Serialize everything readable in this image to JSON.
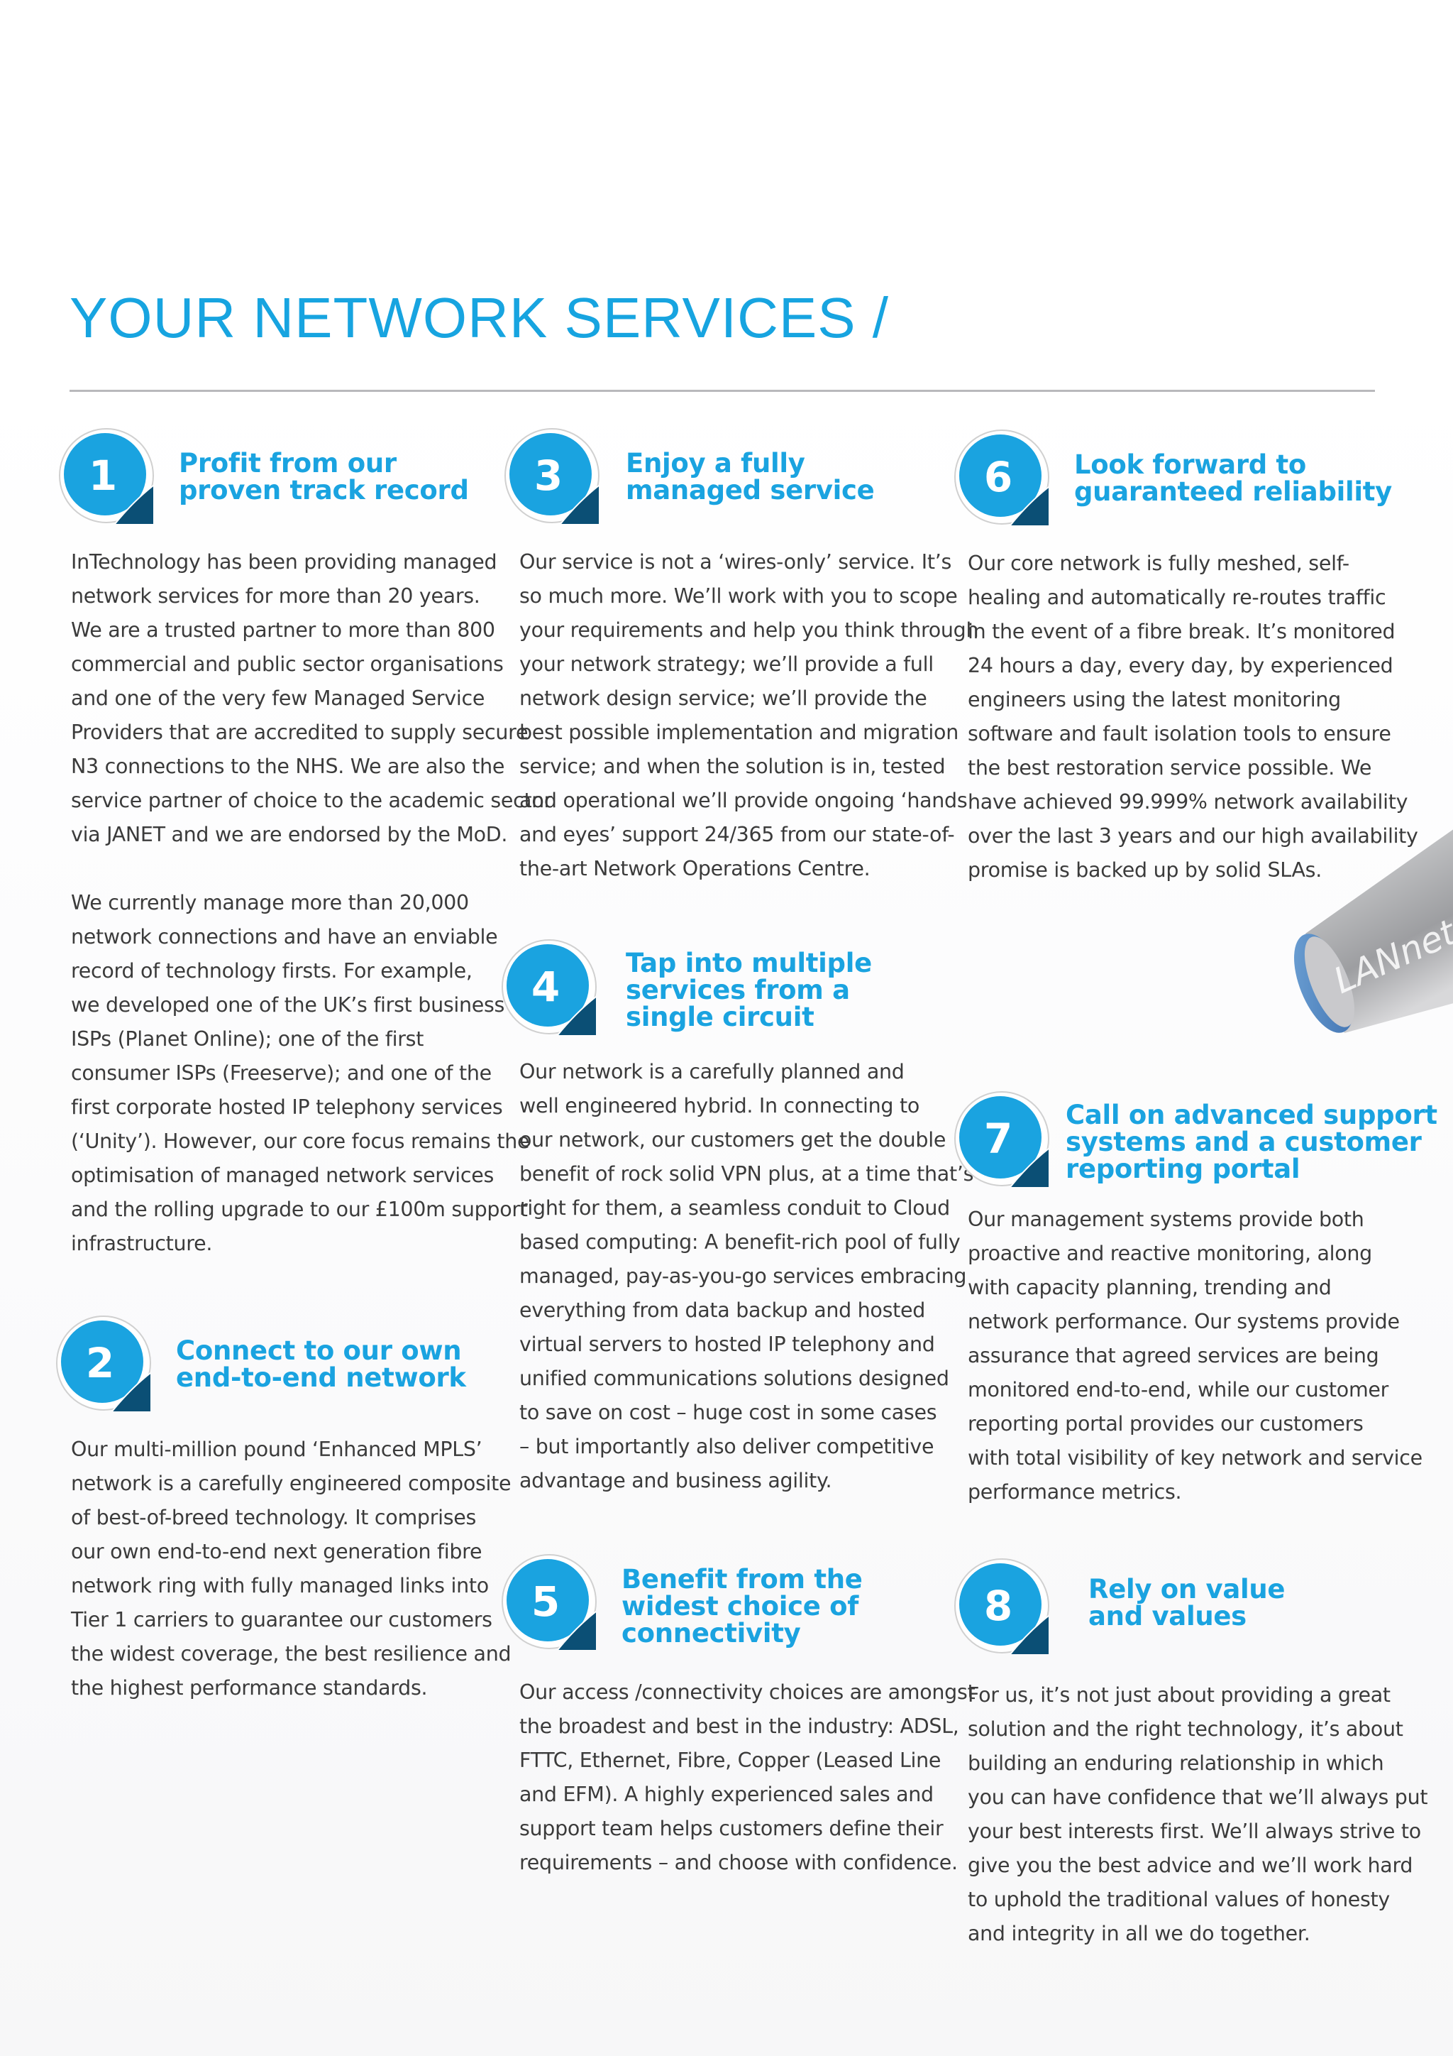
{
  "page": {
    "title": "YOUR NETWORK SERVICES /"
  },
  "colors": {
    "accent": "#17a4e0",
    "badge_fill": "#1aa3e0",
    "badge_shadow": "#0b4f75",
    "rule": "#b9b9bc",
    "body_text": "#3b3b3b"
  },
  "logo_text": "LANnet",
  "sections": [
    {
      "number": "1",
      "heading": [
        "Profit from our",
        "proven track record"
      ],
      "body": [
        "InTechnology has been providing managed",
        "network services for more than 20 years.",
        "We are a trusted partner to more than 800",
        "commercial and public sector organisations",
        "and one of the very few Managed Service",
        "Providers that are accredited to supply secure",
        "N3 connections to the NHS. We are also the",
        "service partner of choice to the academic sector",
        "via JANET and we are endorsed by the MoD.",
        "",
        "We currently manage more than 20,000",
        "network connections and have an enviable",
        "record of technology firsts. For example,",
        "we developed one of the UK’s first business",
        "ISPs (Planet Online); one of the first",
        "consumer ISPs (Freeserve); and one of the",
        "first corporate hosted IP telephony services",
        "(‘Unity’). However, our core focus remains the",
        "optimisation of managed network services",
        "and the rolling upgrade to our £100m support",
        "infrastructure."
      ]
    },
    {
      "number": "2",
      "heading": [
        "Connect to our own",
        "end-to-end network"
      ],
      "body": [
        "Our multi-million pound ‘Enhanced MPLS’",
        "network is a carefully engineered composite",
        "of best-of-breed technology. It comprises",
        "our own end-to-end next generation fibre",
        "network ring with fully managed links into",
        "Tier 1 carriers to guarantee our customers",
        "the widest coverage, the best resilience and",
        "the highest performance standards."
      ]
    },
    {
      "number": "3",
      "heading": [
        "Enjoy a fully",
        "managed service"
      ],
      "body": [
        "Our service is not a ‘wires-only’ service. It’s",
        "so much more. We’ll work with you to scope",
        "your requirements and help you think through",
        "your network strategy; we’ll provide a full",
        "network design service; we’ll provide the",
        "best possible implementation and migration",
        "service; and when the solution is in, tested",
        "and operational we’ll provide ongoing ‘hands",
        "and eyes’ support 24/365 from our state-of-",
        "the-art Network Operations Centre."
      ]
    },
    {
      "number": "4",
      "heading": [
        "Tap into multiple",
        "services from a",
        "single circuit"
      ],
      "body": [
        "Our network is a carefully planned and",
        "well engineered hybrid. In connecting to",
        "our network, our customers get the double",
        "benefit of rock solid VPN plus, at a time that’s",
        "right for them, a seamless conduit to Cloud",
        "based computing: A benefit-rich pool of fully",
        "managed, pay-as-you-go services embracing",
        "everything from data backup and hosted",
        "virtual servers to hosted IP telephony and",
        "unified communications solutions designed",
        "to save on cost – huge cost in some cases",
        "– but importantly also deliver competitive",
        "advantage and business agility."
      ]
    },
    {
      "number": "5",
      "heading": [
        "Benefit from the",
        "widest choice of",
        "connectivity"
      ],
      "body": [
        "Our access /connectivity choices are amongst",
        "the broadest and best in the industry: ADSL,",
        "FTTC, Ethernet, Fibre, Copper (Leased Line",
        "and EFM). A highly experienced sales and",
        "support team helps customers define their",
        "requirements – and choose with confidence."
      ]
    },
    {
      "number": "6",
      "heading": [
        "Look forward to",
        "guaranteed reliability"
      ],
      "body": [
        "Our core network is fully meshed, self-",
        "healing and automatically re-routes traffic",
        "in the event of a fibre break. It’s monitored",
        "24 hours a day, every day, by experienced",
        "engineers using the latest monitoring",
        "software and fault isolation tools to ensure",
        "the best restoration service possible. We",
        "have achieved 99.999% network availability",
        "over the last 3 years and our high availability",
        "promise is backed up by solid SLAs."
      ]
    },
    {
      "number": "7",
      "heading": [
        "Call on advanced support",
        "systems and a customer",
        "reporting portal"
      ],
      "body": [
        "Our management systems provide both",
        "proactive and reactive monitoring, along",
        "with capacity planning, trending and",
        "network performance. Our systems provide",
        "assurance that agreed services are being",
        "monitored end-to-end, while our customer",
        "reporting portal provides our customers",
        "with total visibility of key network and service",
        "performance metrics."
      ]
    },
    {
      "number": "8",
      "heading": [
        "Rely on value",
        "and values"
      ],
      "body": [
        "For us, it’s not just about providing a great",
        "solution and the right technology, it’s about",
        "building an enduring relationship in which",
        "you can have confidence that we’ll always put",
        "your best interests first. We’ll always strive to",
        "give you the best advice and we’ll work hard",
        "to uphold the traditional values of honesty",
        "and integrity in all we do together."
      ]
    }
  ]
}
